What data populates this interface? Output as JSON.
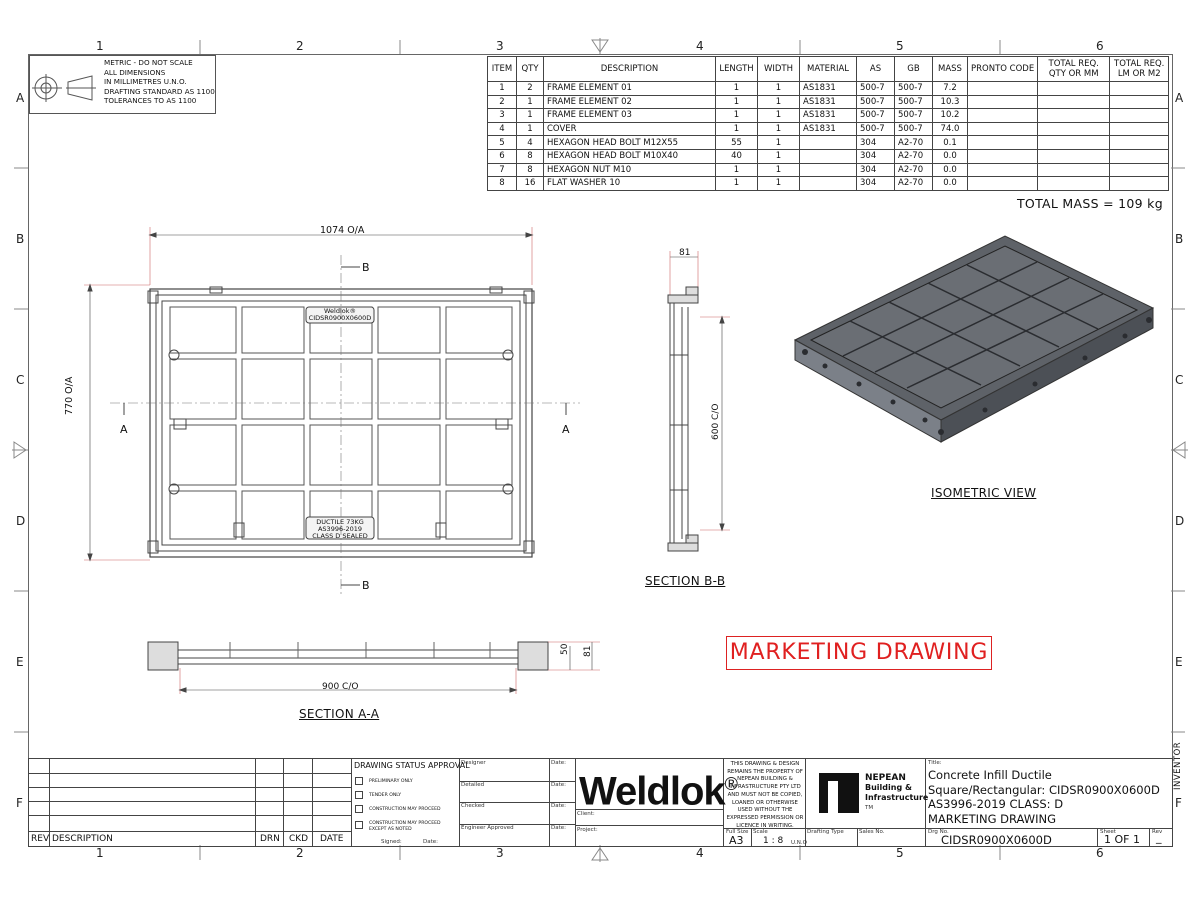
{
  "border_zones": {
    "top": [
      "1",
      "2",
      "3",
      "4",
      "5",
      "6"
    ],
    "bottom": [
      "1",
      "2",
      "3",
      "4",
      "5",
      "6"
    ],
    "left": [
      "A",
      "B",
      "C",
      "D",
      "E",
      "F"
    ],
    "right": [
      "A",
      "B",
      "C",
      "D",
      "E",
      "F"
    ]
  },
  "notes": {
    "lines": [
      "METRIC - DO NOT SCALE",
      "ALL DIMENSIONS",
      "IN MILLIMETRES U.N.O.",
      "DRAFTING STANDARD AS 1100",
      "TOLERANCES TO AS 1100"
    ]
  },
  "bom": {
    "headers": [
      "ITEM",
      "QTY",
      "DESCRIPTION",
      "LENGTH",
      "WIDTH",
      "MATERIAL",
      "AS",
      "GB",
      "MASS",
      "PRONTO CODE",
      "TOTAL REQ.\nQTY OR MM",
      "TOTAL REQ.\nLM OR M2"
    ],
    "rows": [
      [
        "1",
        "2",
        "FRAME ELEMENT 01",
        "1",
        "1",
        "AS1831",
        "500-7",
        "500-7",
        "7.2",
        "",
        "",
        ""
      ],
      [
        "2",
        "1",
        "FRAME ELEMENT 02",
        "1",
        "1",
        "AS1831",
        "500-7",
        "500-7",
        "10.3",
        "",
        "",
        ""
      ],
      [
        "3",
        "1",
        "FRAME ELEMENT 03",
        "1",
        "1",
        "AS1831",
        "500-7",
        "500-7",
        "10.2",
        "",
        "",
        ""
      ],
      [
        "4",
        "1",
        "COVER",
        "1",
        "1",
        "AS1831",
        "500-7",
        "500-7",
        "74.0",
        "",
        "",
        ""
      ],
      [
        "5",
        "4",
        "HEXAGON HEAD BOLT M12X55",
        "55",
        "1",
        "",
        "304",
        "A2-70",
        "0.1",
        "",
        "",
        ""
      ],
      [
        "6",
        "8",
        "HEXAGON HEAD BOLT M10X40",
        "40",
        "1",
        "",
        "304",
        "A2-70",
        "0.0",
        "",
        "",
        ""
      ],
      [
        "7",
        "8",
        "HEXAGON NUT M10",
        "1",
        "1",
        "",
        "304",
        "A2-70",
        "0.0",
        "",
        "",
        ""
      ],
      [
        "8",
        "16",
        "FLAT WASHER 10",
        "1",
        "1",
        "",
        "304",
        "A2-70",
        "0.0",
        "",
        "",
        ""
      ]
    ],
    "total_mass": "TOTAL MASS = 109 kg"
  },
  "plan_view": {
    "overall_width": "1074 O/A",
    "overall_height": "770 O/A",
    "section_b_top": "B",
    "section_b_bottom": "B",
    "section_a_left": "A",
    "section_a_right": "A",
    "stamp_top": [
      "Weldlok®",
      "CIDSR0900X0600D"
    ],
    "stamp_bottom": [
      "DUCTILE 73KG",
      "AS3996-2019",
      "CLASS D SEALED"
    ]
  },
  "section_bb": {
    "title": "SECTION B-B",
    "width_dim": "81",
    "height_dim": "600 C/O"
  },
  "section_aa": {
    "title": "SECTION A-A",
    "width_dim": "900 C/O",
    "height_dim_a": "50",
    "height_dim_b": "81"
  },
  "isometric": {
    "title": "ISOMETRIC VIEW"
  },
  "marketing_label": "MARKETING DRAWING",
  "title_block": {
    "rev_headers": {
      "rev": "REV",
      "description": "DESCRIPTION",
      "drn": "DRN",
      "ckd": "CKD",
      "date": "DATE"
    },
    "approval_title": "DRAWING STATUS APPROVAL",
    "approval_items": [
      "PRELIMINARY ONLY",
      "TENDER ONLY",
      "CONSTRUCTION MAY PROCEED",
      "CONSTRUCTION MAY PROCEED\nEXCEPT AS NOTED"
    ],
    "signed": "Signed:",
    "date_label": "Date:",
    "sign_fields": [
      "Designer",
      "Detailed",
      "Checked",
      "Engineer Approved"
    ],
    "client_label": "Client:",
    "project_label": "Project:",
    "brand": "Weldlok",
    "brand_mark": "®",
    "ownership": "THIS DRAWING & DESIGN REMAINS THE PROPERTY OF NEPEAN BUILDING & INFRASTRUCTURE PTY LTD AND MUST NOT BE COPIED, LOANED OR OTHERWISE USED WITHOUT THE EXPRESSED PERMISSION OR LICENCE IN WRITING.",
    "company": [
      "NEPEAN",
      "Building &",
      "Infrastructure"
    ],
    "company_tm": "TM",
    "title_label": "Title:",
    "title_lines": [
      "Concrete Infill Ductile",
      "Square/Rectangular: CIDSR0900X0600D",
      "AS3996-2019 CLASS: D",
      "MARKETING DRAWING"
    ],
    "full_size_label": "Full Size",
    "full_size": "A3",
    "scale_label": "Scale",
    "scale": "1 : 8",
    "uno": "U.N.O",
    "drafting_type": "Drafting Type",
    "sales_no": "Sales No.",
    "dwg_label": "Drg No.",
    "dwg_no": "CIDSR0900X0600D",
    "sheet_label": "Sheet",
    "sheet": "1 OF 1",
    "rev_label": "Rev",
    "rev": "_",
    "inventor": "INVENTOR"
  }
}
